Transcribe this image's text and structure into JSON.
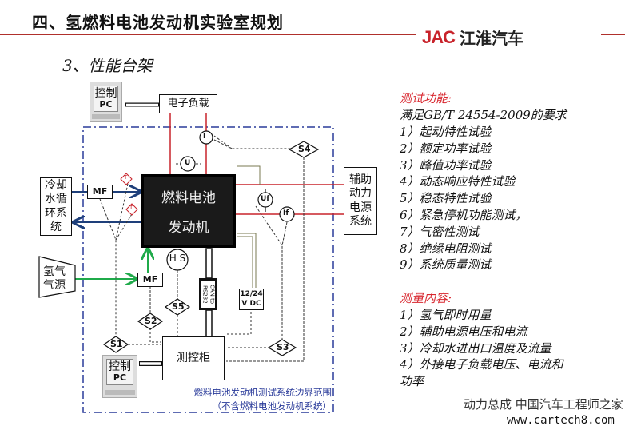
{
  "header": {
    "title": "四、氢燃料电池发动机实验室规划",
    "logo_en": "JAC",
    "logo_cn": "江淮汽车",
    "subtitle": "3、性能台架"
  },
  "diagram": {
    "pc_top": {
      "line1": "控制",
      "line2": "PC"
    },
    "pc_bottom": {
      "line1": "控制",
      "line2": "PC"
    },
    "electronic_load": "电子负载",
    "fuel_cell": {
      "line1": "燃料电池",
      "line2": "发动机"
    },
    "coolant": "冷却水循环系统",
    "aux_power": "辅助动力电源系统",
    "hydrogen": "氢气气源",
    "mf1": "MF",
    "mf2": "MF",
    "hs": "H S",
    "can": "CAN to RS232",
    "dc": "12/24 V DC",
    "controller": "测控柜",
    "sensors": {
      "i": "I",
      "u": "U",
      "uf": "Uf",
      "if": "If",
      "t1": "T",
      "t2": "T"
    },
    "signals": {
      "s1": "S1",
      "s2": "S2",
      "s3": "S3",
      "s4": "S4",
      "s5": "S5"
    },
    "boundary_line1": "燃料电池发动机测试系统边界范围",
    "boundary_line2": "（不含燃料电池发动机系统）",
    "colors": {
      "power": "#c8232b",
      "coolant": "#1e3f7a",
      "hydrogen": "#1faa4a",
      "boundary": "#2a3b9a"
    }
  },
  "tests": {
    "heading": "测试功能:",
    "intro": "满足GB/T 24554-2009的要求",
    "items": [
      "1）起动特性试验",
      "2）额定功率试验",
      "3）峰值功率试验",
      "4）动态响应特性试验",
      "5）稳态特性试验",
      "6）紧急停机功能测试，",
      "7）气密性测试",
      "8）绝缘电阻测试",
      "9）系统质量测试"
    ]
  },
  "measure": {
    "heading": "测量内容:",
    "items": [
      "1）氢气即时用量",
      "2）辅助电源电压和电流",
      "3）冷却水进出口温度及流量",
      "4）外接电子负载电压、电流和",
      "功率"
    ]
  },
  "watermark": {
    "text": "动力总成 中国汽车工程师之家",
    "url": "www.cartech8.com"
  }
}
